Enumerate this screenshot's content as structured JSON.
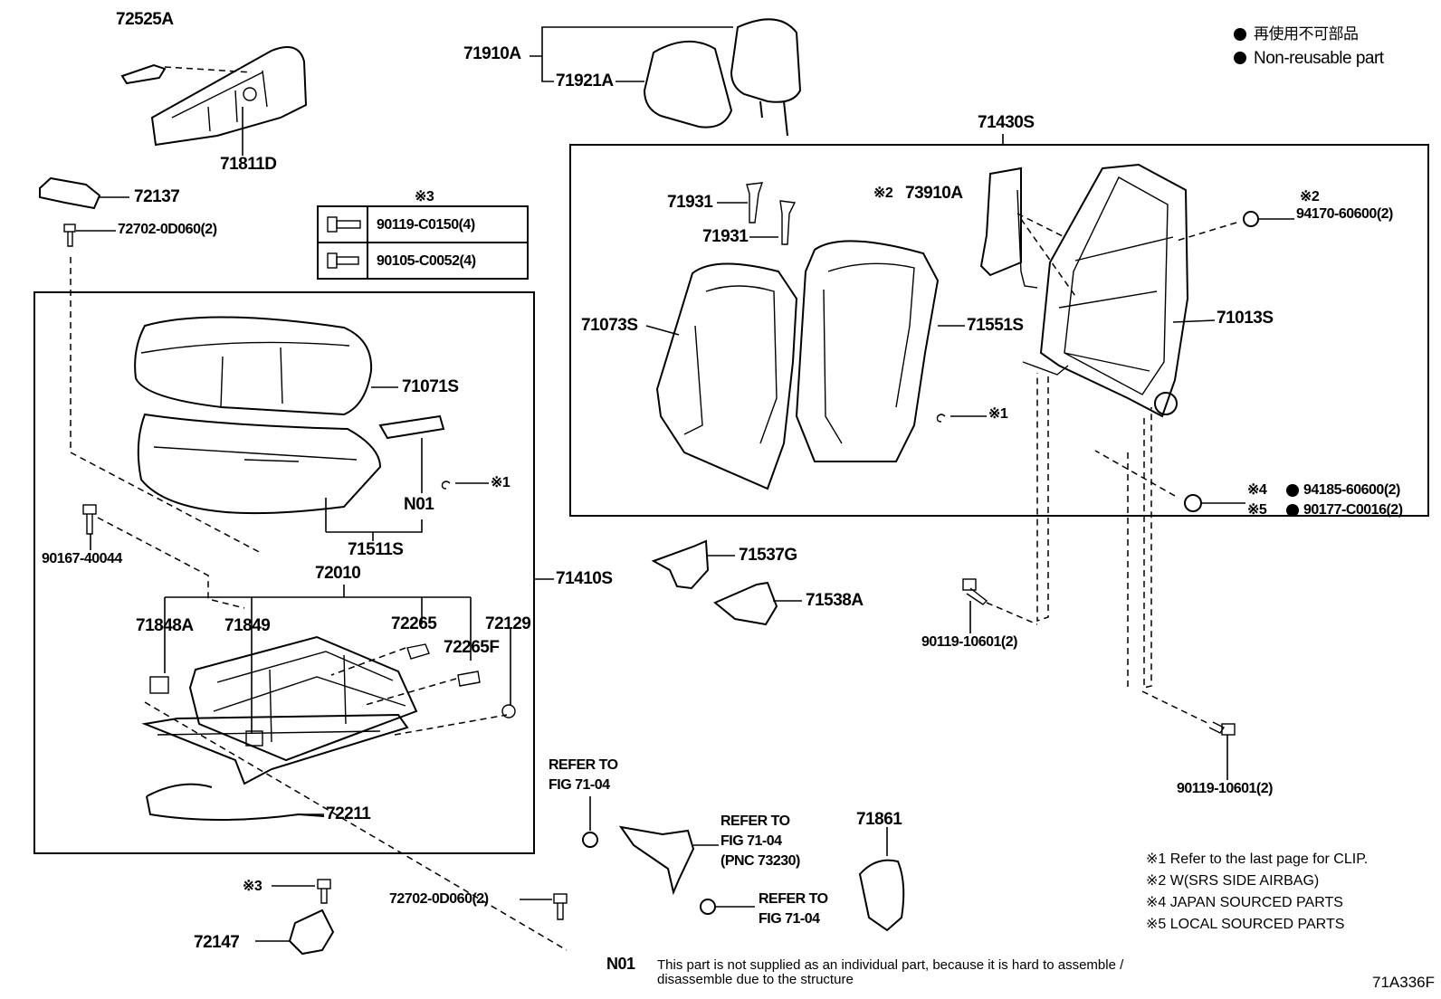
{
  "legend": {
    "jp_label": "再使用不可部品",
    "en_label": "Non-reusable part"
  },
  "parts": {
    "p72525A": "72525A",
    "p71811D": "71811D",
    "p72137": "72137",
    "p72702_top": "72702-0D060(2)",
    "p71910A": "71910A",
    "p71921A": "71921A",
    "p71430S": "71430S",
    "p71931a": "71931",
    "p71931b": "71931",
    "p73910A": "73910A",
    "p94170": "94170-60600(2)",
    "p71013S": "71013S",
    "p71073S": "71073S",
    "p71551S": "71551S",
    "p71071S": "71071S",
    "pN01": "N01",
    "p71511S": "71511S",
    "p90167": "90167-40044",
    "p72010": "72010",
    "p71410S": "71410S",
    "p71848A": "71848A",
    "p71849": "71849",
    "p72265": "72265",
    "p72265F": "72265F",
    "p72129": "72129",
    "p72211": "72211",
    "p72147": "72147",
    "p72702_bot": "72702-0D060(2)",
    "p71537G": "71537G",
    "p71538A": "71538A",
    "p90119_mid": "90119-10601(2)",
    "p90119_right": "90119-10601(2)",
    "p94185": "94185-60600(2)",
    "p90177": "90177-C0016(2)",
    "p71861": "71861"
  },
  "bolt_table": {
    "header": "※3",
    "rows": [
      "90119-C0150(4)",
      "90105-C0052(4)"
    ]
  },
  "marks": {
    "m1_a": "※1",
    "m1_b": "※1",
    "m2_a": "※2",
    "m2_b": "※2",
    "m3": "※3",
    "m4": "※4",
    "m5": "※5"
  },
  "refs": {
    "ref1_line1": "REFER TO",
    "ref1_line2": "FIG 71-04",
    "ref2_line1": "REFER TO",
    "ref2_line2": "FIG 71-04",
    "ref2_line3": "(PNC 73230)",
    "ref3_line1": "REFER TO",
    "ref3_line2": "FIG 71-04"
  },
  "footnotes": [
    "※1 Refer to the last page for CLIP.",
    "※2 W(SRS SIDE AIRBAG)",
    "※4 JAPAN SOURCED PARTS",
    "※5 LOCAL SOURCED PARTS"
  ],
  "n01_note": {
    "code": "N01",
    "line1": "This part is not supplied as an individual part, because it is hard to assemble /",
    "line2": "disassemble due to the structure"
  },
  "figure_id": "71A336F"
}
